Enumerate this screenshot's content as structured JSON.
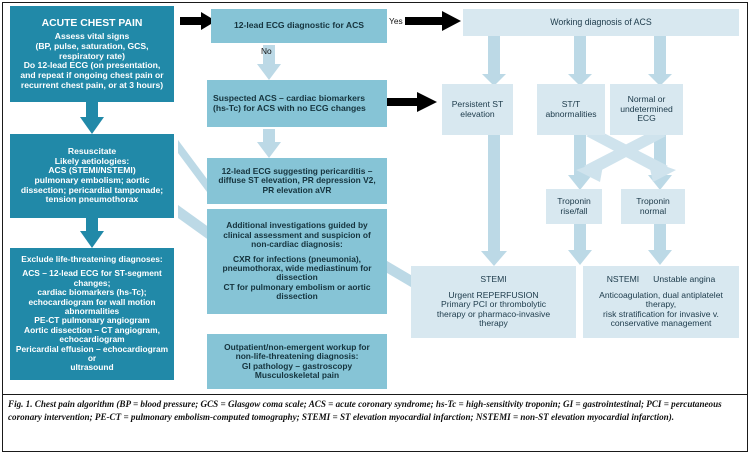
{
  "figure": {
    "caption": "Fig. 1. Chest pain algorithm (BP = blood pressure; GCS = Glasgow coma scale; ACS = acute coronary syndrome; hs-Tc = high-sensitivity troponin; GI = gastrointestinal; PCI = percutaneous coronary intervention; PE-CT = pulmonary embolism-computed tomography; STEMI = ST elevation myocardial infarction; NSTEMI = non-ST elevation myocardial infarction)."
  },
  "colors": {
    "dark_teal": "#2189a8",
    "mid_teal": "#86c4d6",
    "light_blue": "#d8e8f0",
    "arrow_black": "#000000",
    "arrow_pale": "#bcd9e6"
  },
  "nodes": {
    "acute_chest_pain": {
      "title": "ACUTE CHEST PAIN",
      "lines": [
        "Assess vital signs",
        "(BP, pulse, saturation, GCS,",
        "respiratory rate)",
        "Do 12-lead ECG (on presentation,",
        "and repeat if ongoing chest pain or",
        "recurrent chest pain, or at 3 hours)"
      ]
    },
    "resuscitate": {
      "lines": [
        "Resuscitate",
        "Likely aetiologies:",
        "ACS (STEMI/NSTEMI)",
        "pulmonary embolism; aortic",
        "dissection; pericardial tamponade;",
        "tension pneumothorax"
      ]
    },
    "exclude": {
      "title": "Exclude life-threatening diagnoses:",
      "lines": [
        "ACS – 12-lead ECG for ST-segment changes;",
        "cardiac biomarkers (hs-Tc);",
        "echocardiogram for wall motion",
        "abnormalities",
        "PE-CT pulmonary angiogram",
        "Aortic dissection – CT angiogram,",
        "echocardiogram",
        "Pericardial effusion – echocardiogram or",
        "ultrasound"
      ]
    },
    "ecg_diagnostic": {
      "lines": [
        "12-lead ECG diagnostic for ACS"
      ]
    },
    "suspected_acs": {
      "lines": [
        "Suspected ACS – cardiac biomarkers",
        "(hs-Tc) for ACS with no ECG changes"
      ]
    },
    "pericarditis": {
      "lines": [
        "12-lead ECG suggesting pericarditis –",
        "diffuse ST elevation, PR depression V2,",
        "PR elevation aVR"
      ]
    },
    "additional_investigations": {
      "head": [
        "Additional investigations guided by",
        "clinical assessment and suspicion of",
        "non-cardiac diagnosis:"
      ],
      "lines": [
        "CXR for infections (pneumonia),",
        "pneumothorax, wide mediastinum for",
        "dissection",
        "CT for pulmonary embolism or aortic",
        "dissection"
      ]
    },
    "outpatient": {
      "lines": [
        "Outpatient/non-emergent workup for",
        "non-life-threatening diagnosis:",
        "GI pathology – gastroscopy",
        "Musculoskeletal pain"
      ]
    },
    "working_diagnosis": {
      "lines": [
        "Working diagnosis of ACS"
      ]
    },
    "persistent_st": {
      "lines": [
        "Persistent ST",
        "elevation"
      ]
    },
    "st_t_abnormal": {
      "lines": [
        "ST/T",
        "abnormalities"
      ]
    },
    "normal_undetermined": {
      "lines": [
        "Normal or",
        "undetermined",
        "ECG"
      ]
    },
    "troponin_rise": {
      "lines": [
        "Troponin",
        "rise/fall"
      ]
    },
    "troponin_normal": {
      "lines": [
        "Troponin",
        "normal"
      ]
    },
    "stemi_outcome": {
      "title": "STEMI",
      "lines": [
        "Urgent REPERFUSION",
        "Primary PCI or thrombolytic",
        "therapy or pharmaco-invasive",
        "therapy"
      ]
    },
    "nstemi_outcome": {
      "title_left": "NSTEMI",
      "title_right": "Unstable angina",
      "lines": [
        "Anticoagulation, dual antiplatelet therapy,",
        "risk stratification for invasive v.",
        "conservative management"
      ]
    }
  },
  "edge_labels": {
    "yes": "Yes",
    "no": "No"
  }
}
